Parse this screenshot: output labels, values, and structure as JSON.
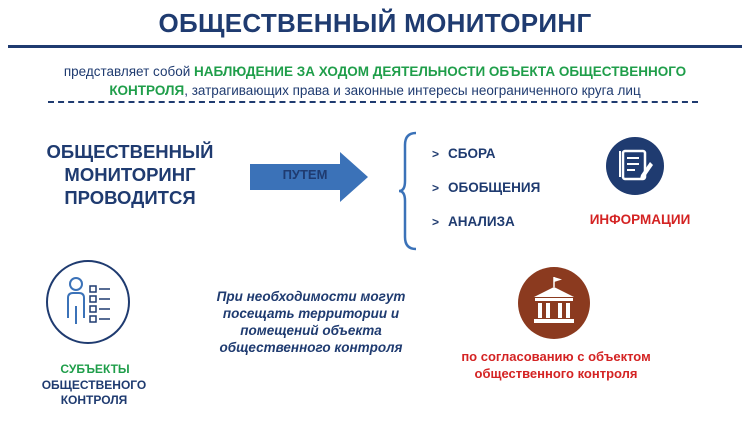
{
  "title": "ОБЩЕСТВЕННЫЙ МОНИТОРИНГ",
  "definition": {
    "prefix": "представляет собой ",
    "highlight": "НАБЛЮДЕНИЕ ЗА ХОДОМ ДЕЯТЕЛЬНОСТИ ОБЪЕКТА ОБЩЕСТВЕННОГО КОНТРОЛЯ",
    "suffix": ", затрагивающих права и законные интересы неограниченного круга лиц"
  },
  "main_phrase": [
    "ОБЩЕСТВЕННЫЙ",
    "МОНИТОРИНГ",
    "ПРОВОДИТСЯ"
  ],
  "arrow_label": "ПУТЕМ",
  "actions": [
    "СБОРА",
    "ОБОБЩЕНИЯ",
    "АНАЛИЗА"
  ],
  "info_label": "ИНФОРМАЦИИ",
  "subjects": {
    "line1": "СУБЪЕКТЫ",
    "line2": "ОБЩЕСТВЕНОГО",
    "line3": "КОНТРОЛЯ"
  },
  "visit_note": [
    "При необходимости могут",
    "посещать территории и",
    "помещений объекта",
    "общественного контроля"
  ],
  "agreement_note": [
    "по согласованию с объектом",
    "общественного контроля"
  ],
  "icons": {
    "arrow": "right-arrow-icon",
    "brace": "left-brace-icon",
    "bullet": "chevron-right-icon",
    "info": "document-edit-icon",
    "subjects": "person-checklist-icon",
    "agreement": "government-building-icon"
  },
  "colors": {
    "navy": "#1f3b70",
    "green": "#1f9e4a",
    "red": "#d42323",
    "arrow_fill": "#3b72b8",
    "brown": "#8b3a1f"
  }
}
